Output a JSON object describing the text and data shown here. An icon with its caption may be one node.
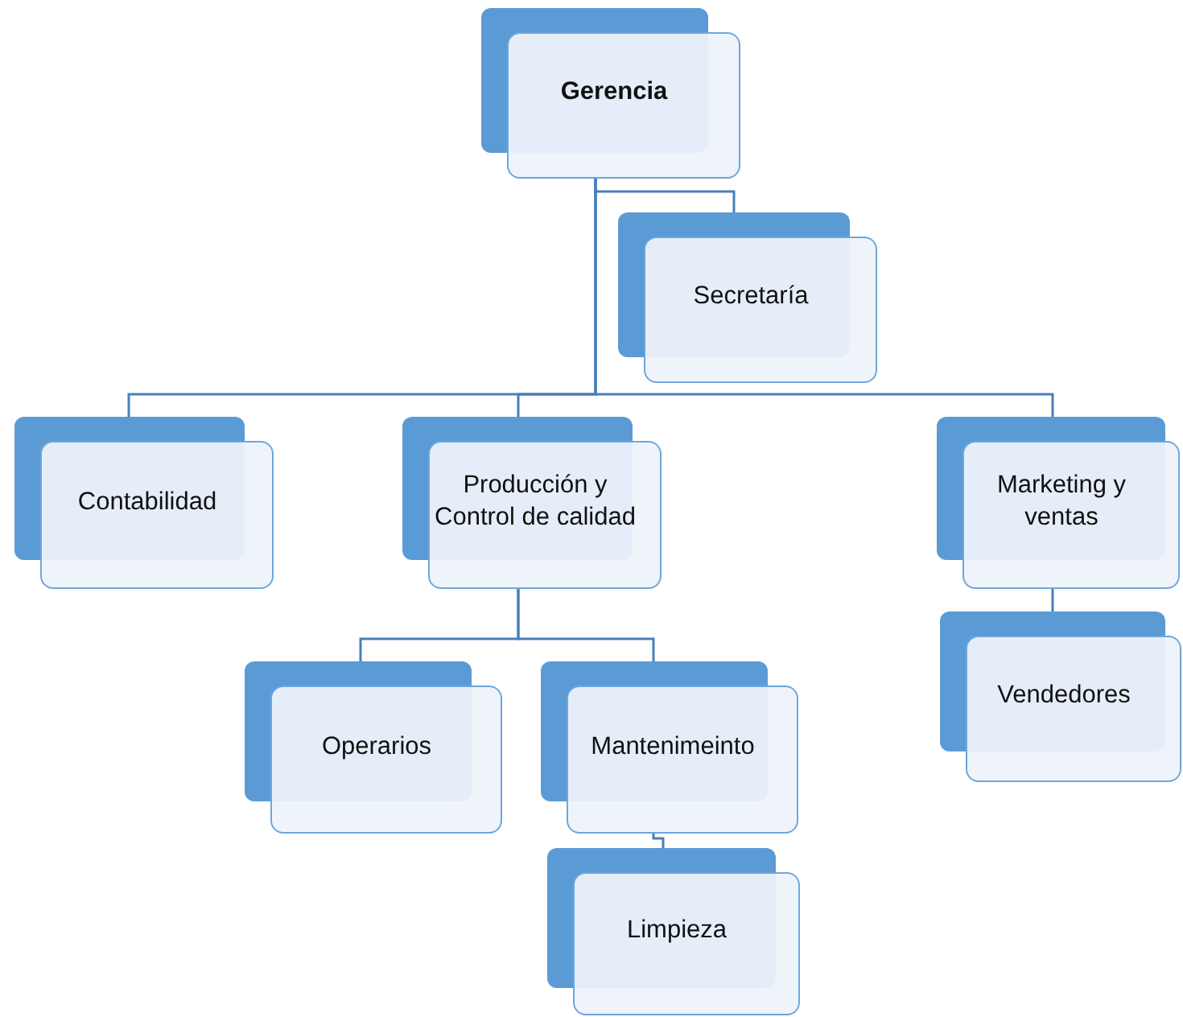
{
  "diagram": {
    "nodes": [
      {
        "text": [
          "Gerencia"
        ]
      },
      {
        "text": [
          "Secretaría"
        ]
      },
      {
        "text": [
          "Contabilidad"
        ]
      },
      {
        "text": [
          "Producción y Control de calidad"
        ]
      },
      {
        "text": [
          "Marketing y ventas"
        ]
      },
      {
        "text": [
          "Operarios"
        ]
      },
      {
        "text": [
          "Mantenimeinto"
        ]
      },
      {
        "text": [
          "Vendedores"
        ]
      },
      {
        "text": [
          "Limpieza"
        ]
      }
    ],
    "edges": [
      {
        "from": 0,
        "to": 1,
        "arrow": "none"
      },
      {
        "from": 0,
        "to": 2,
        "arrow": "none"
      },
      {
        "from": 0,
        "to": 3,
        "arrow": "none"
      },
      {
        "from": 0,
        "to": 4,
        "arrow": "none"
      },
      {
        "from": 3,
        "to": 5,
        "arrow": "none"
      },
      {
        "from": 3,
        "to": 6,
        "arrow": "none"
      },
      {
        "from": 4,
        "to": 7,
        "arrow": "none"
      },
      {
        "from": 6,
        "to": 8,
        "arrow": "none"
      }
    ]
  }
}
